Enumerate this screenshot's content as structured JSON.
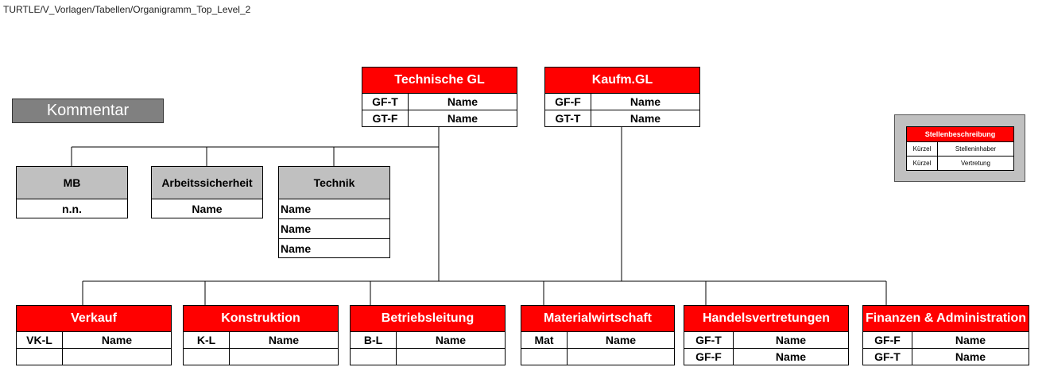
{
  "path": "TURTLE/V_Vorlagen/Tabellen/Organigramm_Top_Level_2",
  "comment_label": "Kommentar",
  "top": [
    {
      "title": "Technische GL",
      "rows": [
        {
          "k": "GF-T",
          "v": "Name"
        },
        {
          "k": "GT-F",
          "v": "Name"
        }
      ]
    },
    {
      "title": "Kaufm.GL",
      "rows": [
        {
          "k": "GF-F",
          "v": "Name"
        },
        {
          "k": "GT-T",
          "v": "Name"
        }
      ]
    }
  ],
  "staff": [
    {
      "title": "MB",
      "rows": [
        "n.n."
      ]
    },
    {
      "title": "Arbeitssicherheit",
      "rows": [
        "Name"
      ]
    },
    {
      "title": "Technik",
      "rows": [
        "Name",
        "Name",
        "Name"
      ]
    }
  ],
  "departments": [
    {
      "title": "Verkauf",
      "rows": [
        {
          "k": "VK-L",
          "v": "Name"
        },
        {
          "k": "",
          "v": ""
        }
      ]
    },
    {
      "title": "Konstruktion",
      "rows": [
        {
          "k": "K-L",
          "v": "Name"
        },
        {
          "k": "",
          "v": ""
        }
      ]
    },
    {
      "title": "Betriebsleitung",
      "rows": [
        {
          "k": "B-L",
          "v": "Name"
        },
        {
          "k": "",
          "v": ""
        }
      ]
    },
    {
      "title": "Materialwirtschaft",
      "rows": [
        {
          "k": "Mat",
          "v": "Name"
        },
        {
          "k": "",
          "v": ""
        }
      ]
    },
    {
      "title": "Handelsvertretungen",
      "rows": [
        {
          "k": "GF-T",
          "v": "Name"
        },
        {
          "k": "GF-F",
          "v": "Name"
        }
      ]
    },
    {
      "title": "Finanzen & Administration",
      "rows": [
        {
          "k": "GF-F",
          "v": "Name"
        },
        {
          "k": "GF-T",
          "v": "Name"
        }
      ]
    }
  ],
  "legend": {
    "title": "Stellenbeschreibung",
    "rows": [
      {
        "k": "Kürzel",
        "v": "Stelleninhaber"
      },
      {
        "k": "Kürzel",
        "v": "Vertretung"
      }
    ]
  },
  "colors": {
    "header_red": "#ff0000",
    "staff_gray": "#c0c0c0",
    "comment_gray": "#808080"
  }
}
